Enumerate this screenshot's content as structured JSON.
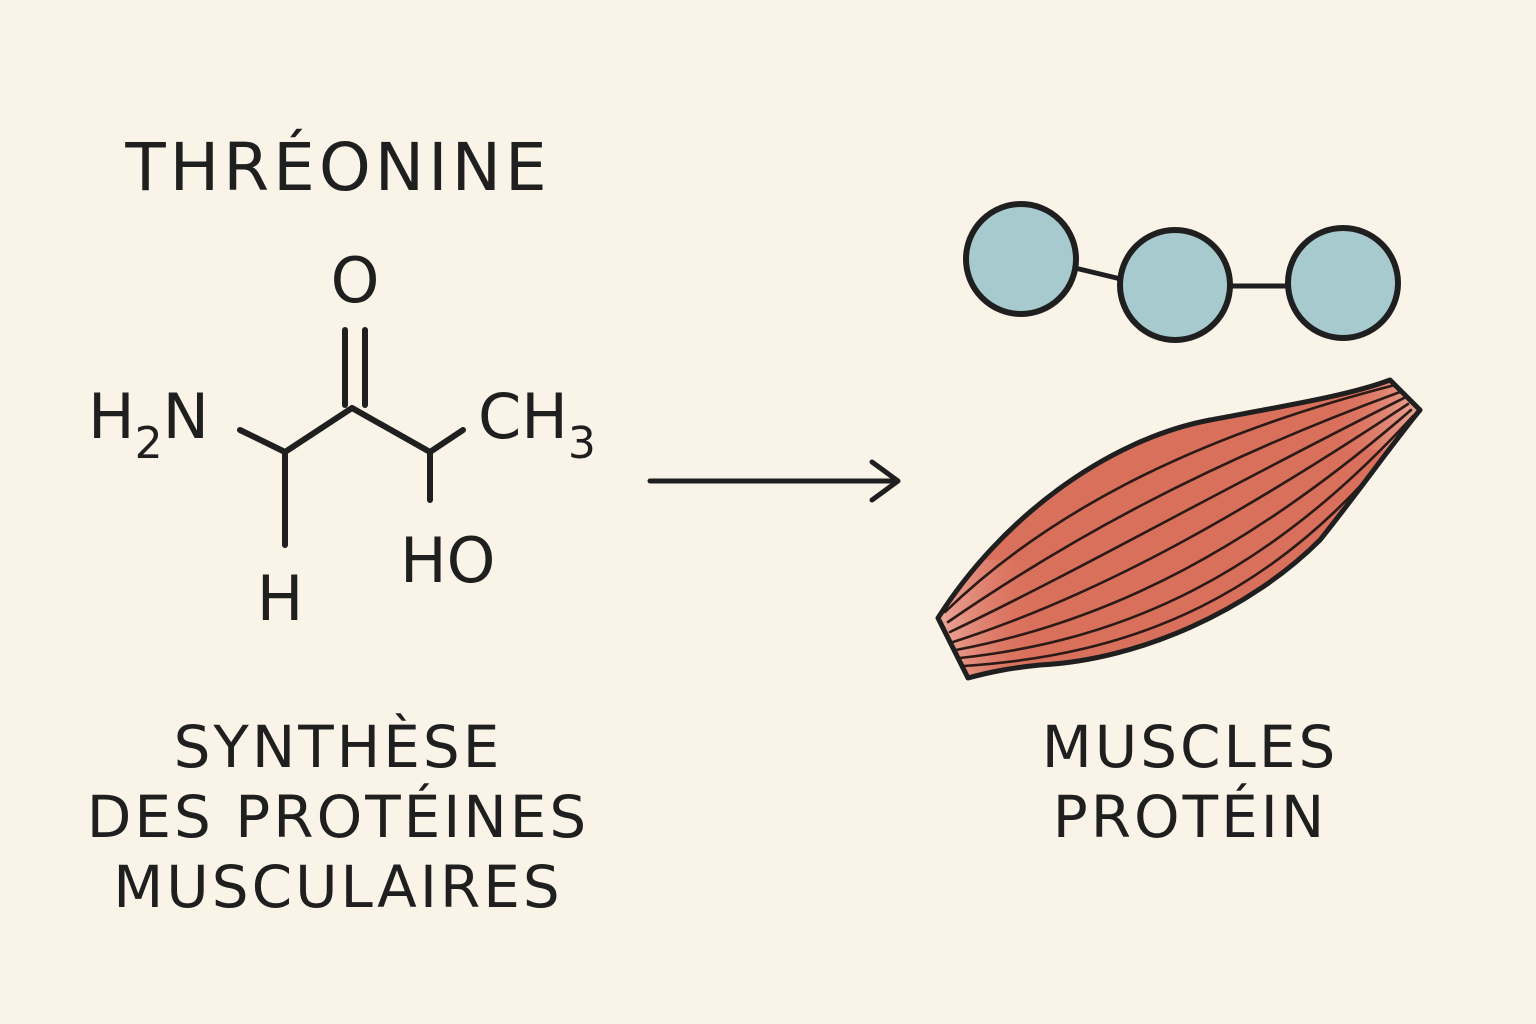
{
  "title": "THRÉONINE",
  "molecule": {
    "atoms": {
      "oxygen": "O",
      "amine": "H",
      "amine_sub": "2",
      "amine_n": "N",
      "methyl": "CH",
      "methyl_sub": "3",
      "hydroxyl": "HO",
      "hydrogen": "H"
    }
  },
  "left_caption": [
    "SYNTHÈSE",
    "DES PROTÉINES",
    "MUSCULAIRES"
  ],
  "right_caption": [
    "MUSCLES",
    "PROTÉIN"
  ],
  "colors": {
    "background": "#faf4e8",
    "ink": "#1f1f1f",
    "bead": "#a6cacd",
    "muscle": "#d9705c",
    "tendon": "#f0b4a8"
  }
}
